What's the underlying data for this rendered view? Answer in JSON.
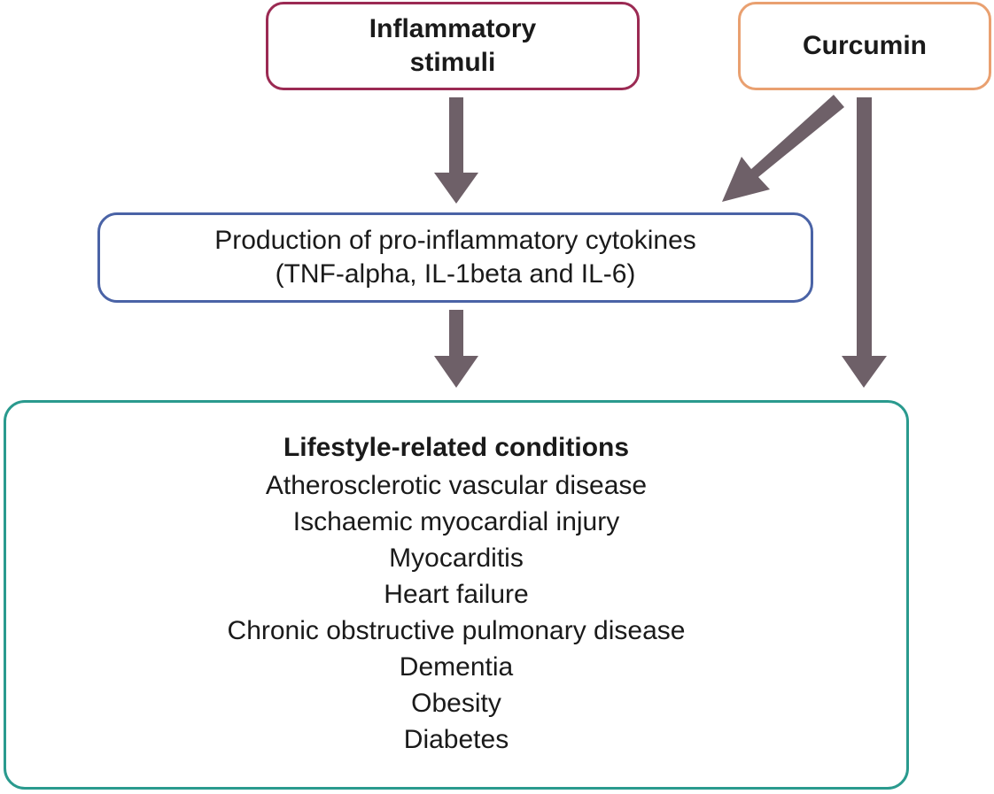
{
  "nodes": {
    "stimuli": {
      "lines": [
        "Inflammatory",
        "stimuli"
      ],
      "border_color": "#9b2a53"
    },
    "curcumin": {
      "label": "Curcumin",
      "border_color": "#e9a070"
    },
    "cytokines": {
      "lines": [
        "Production of pro-inflammatory cytokines",
        "(TNF-alpha, IL-1beta and IL-6)"
      ],
      "border_color": "#4a63a6"
    },
    "conditions": {
      "title": "Lifestyle-related conditions",
      "items": [
        "Atherosclerotic vascular disease",
        "Ischaemic myocardial injury",
        "Myocarditis",
        "Heart failure",
        "Chronic obstructive pulmonary disease",
        "Dementia",
        "Obesity",
        "Diabetes"
      ],
      "border_color": "#2a9a8e"
    }
  },
  "edges": [
    {
      "from": "stimuli",
      "to": "cytokines"
    },
    {
      "from": "curcumin",
      "to": "cytokines"
    },
    {
      "from": "cytokines",
      "to": "conditions"
    },
    {
      "from": "curcumin",
      "to": "conditions"
    }
  ],
  "arrow_color": "#6e6068"
}
